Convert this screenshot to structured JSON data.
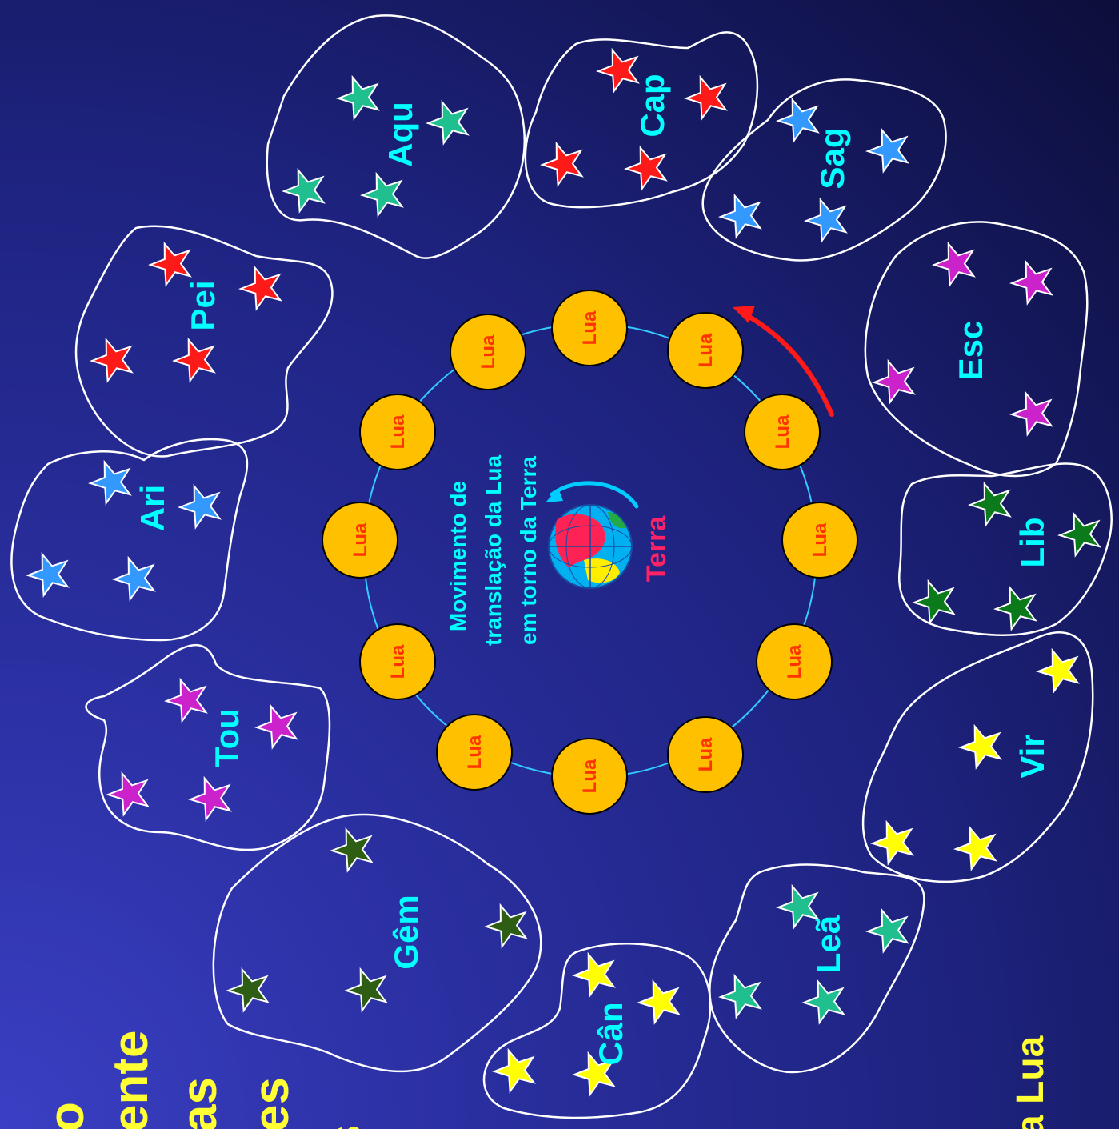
{
  "colors": {
    "label": "#00ffff",
    "moon_fill": "#ffc000",
    "moon_text": "#ff3300",
    "orbit": "#33ccff",
    "arrow": "#ff1a1a",
    "earth_label": "#ff2266",
    "side_text": "#ffff33"
  },
  "center": {
    "line1": "Movimento de",
    "line2": "translação da Lua",
    "line3": "em torno da Terra",
    "earth_label": "Terra"
  },
  "moon_label": "Lua",
  "constellations": [
    {
      "key": "aqu",
      "label": "Aqu",
      "star_color": "#1fbf8f"
    },
    {
      "key": "cap",
      "label": "Cap",
      "star_color": "#ff1a1a"
    },
    {
      "key": "sag",
      "label": "Sag",
      "star_color": "#3399ff"
    },
    {
      "key": "esc",
      "label": "Esc",
      "star_color": "#cc22cc"
    },
    {
      "key": "lib",
      "label": "Lib",
      "star_color": "#0a7a1a"
    },
    {
      "key": "vir",
      "label": "Vir",
      "star_color": "#ffff00"
    },
    {
      "key": "lea",
      "label": "Leã",
      "star_color": "#1fbf8f"
    },
    {
      "key": "can",
      "label": "Cân",
      "star_color": "#ffff00"
    },
    {
      "key": "gem",
      "label": "Gêm",
      "star_color": "#2e5e14"
    },
    {
      "key": "tou",
      "label": "Tou",
      "star_color": "#cc22cc"
    },
    {
      "key": "ari",
      "label": "Ari",
      "star_color": "#3399ff"
    },
    {
      "key": "pei",
      "label": "Pei",
      "star_color": "#ff1a1a"
    }
  ],
  "side_text_left": [
    "o",
    "ente",
    "as",
    "es",
    "s"
  ],
  "side_text_right": "a Lua"
}
